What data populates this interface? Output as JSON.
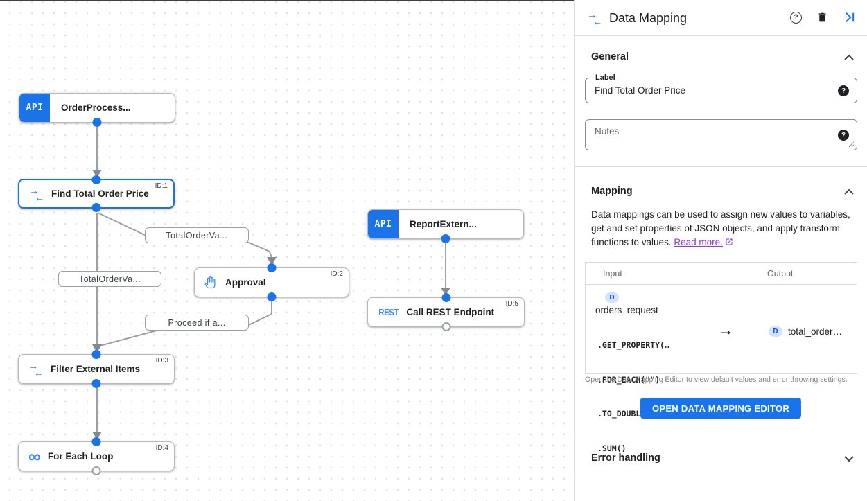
{
  "panel": {
    "title": "Data Mapping",
    "general": {
      "heading": "General",
      "label_field": {
        "label": "Label",
        "value": "Find Total Order Price"
      },
      "notes_field": {
        "placeholder": "Notes"
      }
    },
    "mapping": {
      "heading": "Mapping",
      "description": "Data mappings can be used to assign new values to variables, get and set properties of JSON objects, and apply transform functions to values. ",
      "read_more_label": "Read more.",
      "table": {
        "input_header": "Input",
        "output_header": "Output",
        "input": {
          "badge": "D",
          "variable": "orders_request",
          "expression_lines": [
            ".GET_PROPERTY(…",
            ".FOR_EACH(\"\")",
            ".TO_DOUBLE_ARR…",
            ".SUM()"
          ]
        },
        "arrow": "→",
        "output": {
          "badge": "D",
          "variable": "total_order…"
        }
      },
      "footnote": "Open the Data Mapping Editor to view default values and error throwing settings.",
      "open_editor_button": "OPEN DATA MAPPING EDITOR"
    },
    "error_handling": {
      "heading": "Error handling"
    }
  },
  "icons": {
    "help": "?",
    "merge_top": "→",
    "merge_bottom": "←",
    "infinity": "∞",
    "api": "API",
    "rest": "REST"
  },
  "canvas": {
    "nodes": [
      {
        "label": "OrderProcess...",
        "type": "api"
      },
      {
        "label": "Find Total Order Price",
        "id_label": "ID:1",
        "type": "data-mapping",
        "selected": true
      },
      {
        "label": "Approval",
        "id_label": "ID:2",
        "type": "approval"
      },
      {
        "label": "Filter External Items",
        "id_label": "ID:3",
        "type": "data-mapping"
      },
      {
        "label": "For Each Loop",
        "id_label": "ID:4",
        "type": "loop"
      },
      {
        "label": "ReportExtern...",
        "type": "api"
      },
      {
        "label": "Call REST Endpoint",
        "id_label": "ID:5",
        "type": "rest"
      }
    ],
    "edge_labels": [
      {
        "text": "TotalOrderVa..."
      },
      {
        "text": "TotalOrderVa..."
      },
      {
        "text": "Proceed if a..."
      }
    ]
  },
  "colors": {
    "accent_blue": "#1a73e8",
    "icon_blue": "#4285f4",
    "edge_gray": "#9aa0a6",
    "link_purple": "#9334e6",
    "badge_bg": "#d3e3fd",
    "badge_text": "#0b57d0"
  }
}
